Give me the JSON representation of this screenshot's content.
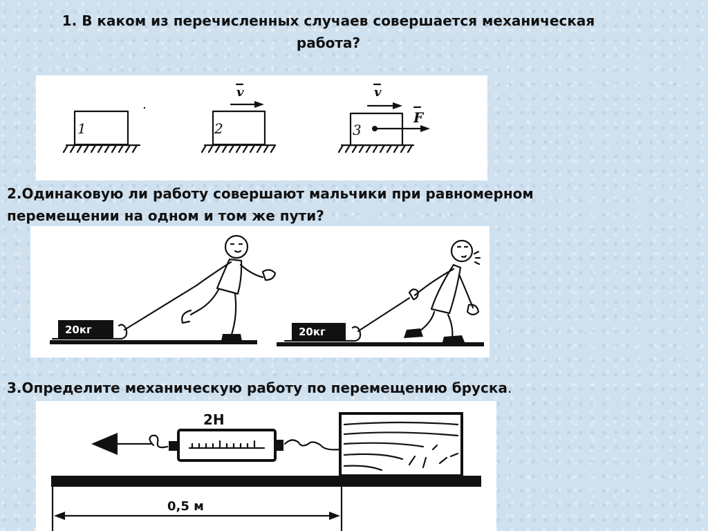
{
  "questions": {
    "q1": {
      "line1": "1. В каком из перечисленных случаев совершается механическая",
      "line2": "работа?"
    },
    "q2": {
      "line1": "2.Одинаковую ли работу совершают мальчики при равномерном",
      "line2": "перемещении на одном и том же пути?"
    },
    "q3": {
      "text": "3.Определите механическую работу по перемещению бруска",
      "end": "."
    }
  },
  "figure1": {
    "block_labels": [
      "1",
      "2",
      "3"
    ],
    "velocity_label": "v",
    "force_label": "F"
  },
  "figure2": {
    "weight_label_left": "20кг",
    "weight_label_right": "20кг"
  },
  "figure3": {
    "force_label": "2Н",
    "distance_label": "0,5 м"
  }
}
